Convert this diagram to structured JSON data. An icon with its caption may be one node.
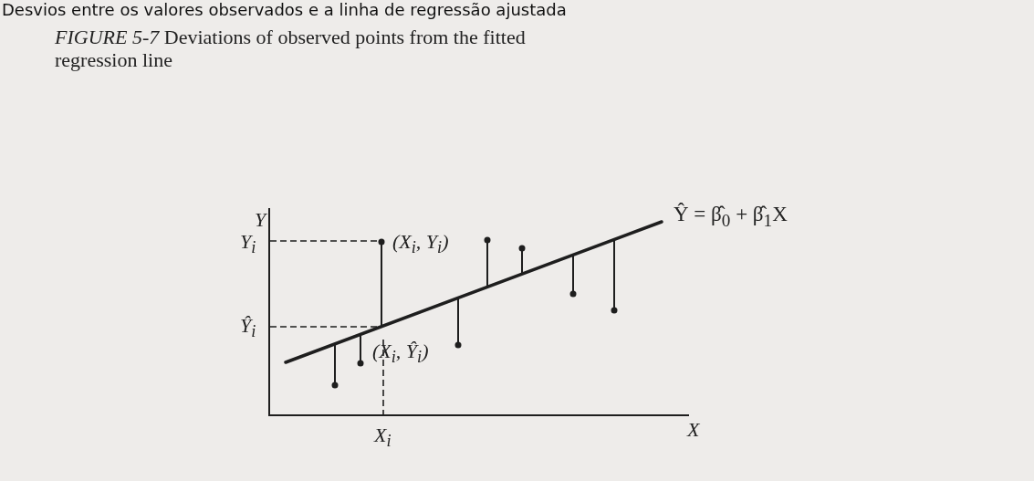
{
  "diagram": {
    "title": "Desvios entre os valores observados e a linha de regressão ajustada",
    "caption": "*FIGURE 5-7* Deviations of observed points from the fitted regression line",
    "labels": [
      "Y",
      "Ŷ = β̂$_{0}$ + β̂$_{1}$X",
      "Y$_{i}$",
      "(X$_{i}$, Y$_{i}$)",
      "Ŷ$_{i}$",
      "(X$_{i}$, Ŷ$_{i}$)",
      "X",
      "X$_{i}$"
    ]
  }
}
